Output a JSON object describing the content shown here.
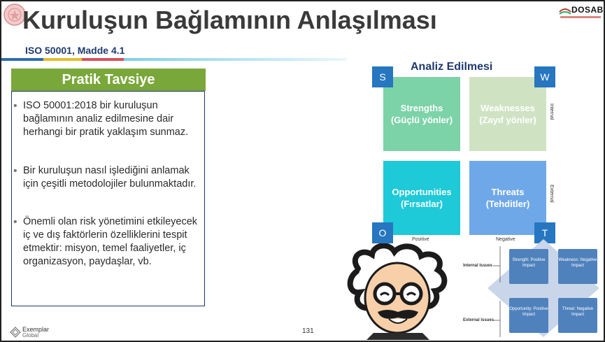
{
  "slide": {
    "title": "Kuruluşun Bağlamının Anlaşılması",
    "subtitle": "ISO 50001, Madde 4.1",
    "dosab_logo_text": "DOSAB",
    "page_number": "131",
    "exemplar_text_1": "Exemplar",
    "exemplar_text_2": "Global"
  },
  "tips": {
    "header": "Pratik Tavsiye",
    "bullets": [
      "ISO 50001:2018 bir kuruluşun bağlamının analiz edilmesine dair herhangi bir pratik yaklaşım sunmaz.",
      "Bir kuruluşun nasıl işlediğini anlamak için çeşitli metodolojiler bulunmaktadır.",
      "Önemli olan risk yönetimini etkileyecek iç ve dış faktörlerin özelliklerini tespit etmektir: misyon, temel faaliyetler, iç organizasyon, paydaşlar, vb."
    ]
  },
  "swot": {
    "heading": "Analiz Edilmesi",
    "s_letter": "S",
    "w_letter": "W",
    "o_letter": "O",
    "t_letter": "T",
    "strengths": "Strengths (Güçlü yönler)",
    "weaknesses": "Weaknesses (Zayıf yönler)",
    "opportunities": "Opportunities (Fırsatlar)",
    "threats": "Threats (Tehditler)",
    "internal": "Internal",
    "external": "External",
    "positive": "Positive",
    "negative": "Negative",
    "colors": {
      "s": "#7dd3a8",
      "w": "#cfe3c3",
      "o": "#1ec9d8",
      "t": "#6fa8e8",
      "corner": "#2676c0"
    }
  },
  "diagram": {
    "internal_issues": "Internal Issues",
    "external_issues": "External Issues",
    "strength": "Strength: Positive Impact",
    "weakness": "Weakness: Negative Impact",
    "opportunity": "Opportunity: Positive Impact",
    "threat": "Threat: Negative Impact"
  }
}
